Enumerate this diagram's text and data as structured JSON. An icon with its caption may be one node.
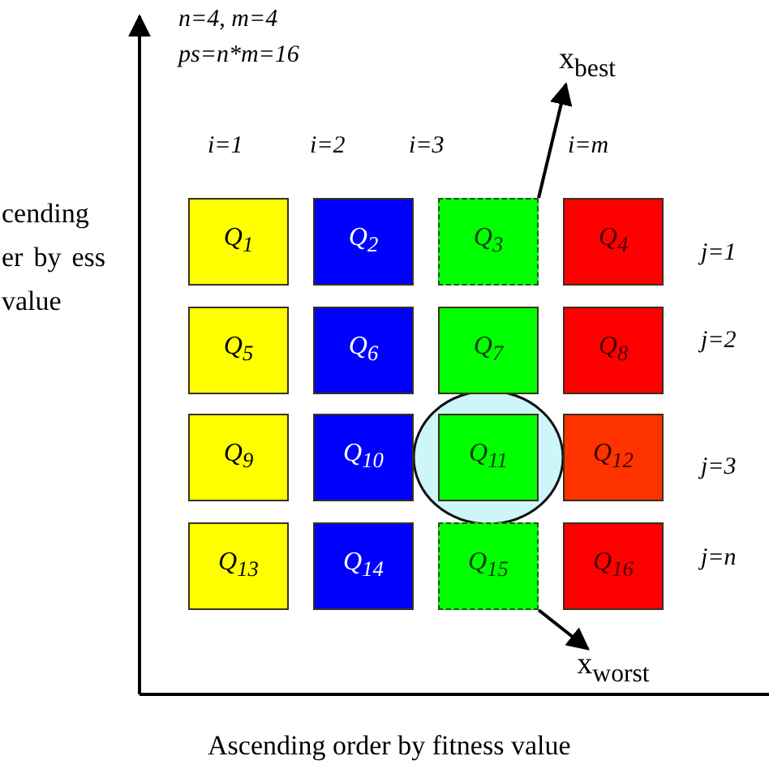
{
  "diagram": {
    "nodes": [
      {
        "text": [
          "Q$_{1}$"
        ]
      },
      {
        "text": [
          "Q$_{2}$"
        ]
      },
      {
        "text": [
          "Q$_{3}$"
        ]
      },
      {
        "text": [
          "Q$_{4}$"
        ]
      },
      {
        "text": [
          "Q$_{5}$"
        ]
      },
      {
        "text": [
          "Q$_{6}$"
        ]
      },
      {
        "text": [
          "Q$_{7}$"
        ]
      },
      {
        "text": [
          "Q$_{8}$"
        ]
      },
      {
        "text": [
          "Q$_{9}$"
        ]
      },
      {
        "text": [
          "Q$_{10}$"
        ]
      },
      {
        "text": [
          "Q$_{11}$"
        ]
      },
      {
        "text": [
          "Q$_{12}$"
        ]
      },
      {
        "text": [
          "Q$_{13}$"
        ]
      },
      {
        "text": [
          "Q$_{14}$"
        ]
      },
      {
        "text": [
          "Q$_{15}$"
        ]
      },
      {
        "text": [
          "Q$_{16}$"
        ]
      },
      {
        "text": [
          "x$_{best}$"
        ]
      },
      {
        "text": [
          "x$_{worst}$"
        ]
      }
    ],
    "edges": [
      {
        "from": 2,
        "to": 16,
        "arrow": "to"
      },
      {
        "from": 14,
        "to": 17,
        "arrow": "to"
      }
    ],
    "labels": [
      "n=4, m=4",
      "ps=n*m=16",
      "i=1",
      "i=2",
      "i=3",
      "i=m",
      "cending er by ess value",
      "j=1",
      "j=2",
      "j=3",
      "j=n",
      "Ascending order by fitness value"
    ]
  }
}
